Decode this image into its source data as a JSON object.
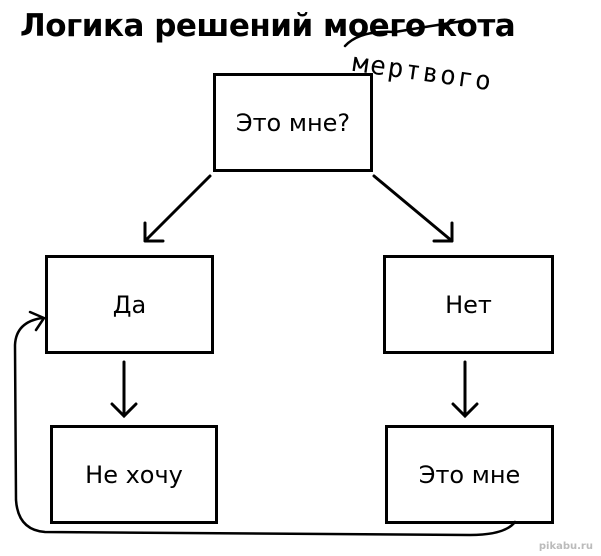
{
  "title": {
    "prefix": "Логика решений ",
    "struck_word": "моего",
    "suffix": " кота",
    "handwritten_correction": "мертвого"
  },
  "nodes": {
    "root": "Это мне?",
    "yes": "Да",
    "no": "Нет",
    "yes_result": "Не хочу",
    "no_result": "Это мне"
  },
  "watermark": "pikabu.ru"
}
